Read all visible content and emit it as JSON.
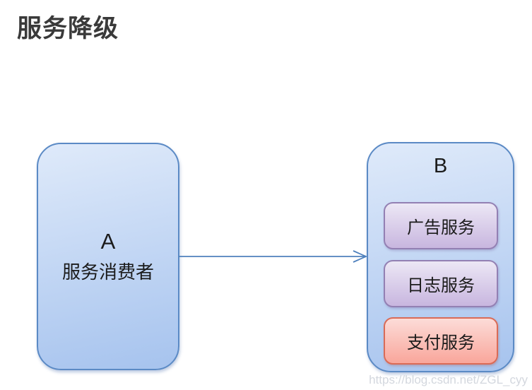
{
  "title": "服务降级",
  "watermark": "https://blog.csdn.net/ZGL_cyy",
  "diagram": {
    "node_a": {
      "label": "A",
      "sublabel": "服务消费者"
    },
    "node_b": {
      "label": "B",
      "services": [
        {
          "name": "广告服务",
          "variant": "purple"
        },
        {
          "name": "日志服务",
          "variant": "purple"
        },
        {
          "name": "支付服务",
          "variant": "red"
        }
      ]
    }
  },
  "colors": {
    "title": "#3a3a3a",
    "blue_box_top": "#dfeafa",
    "blue_box_bottom": "#a6c3ee",
    "blue_box_border": "#5b8ac5",
    "purple_top": "#ece7f5",
    "purple_bottom": "#c8b6df",
    "purple_border": "#9380b3",
    "red_top": "#fcdcd8",
    "red_bottom": "#f9a69b",
    "red_border": "#d96b57",
    "arrow": "#4f81bd"
  }
}
